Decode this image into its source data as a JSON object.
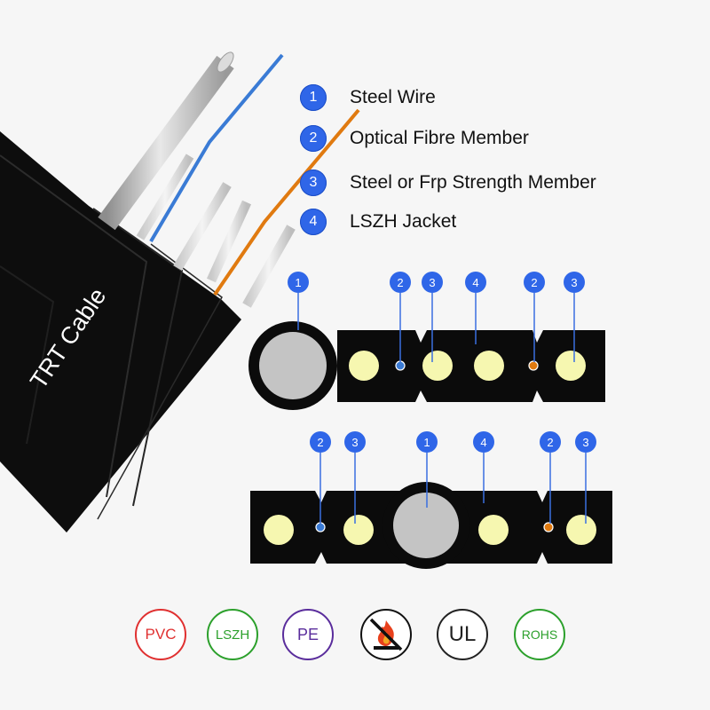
{
  "cable_brand": "TRT Cable",
  "legend": [
    {
      "number": "1",
      "label": "Steel Wire"
    },
    {
      "number": "2",
      "label": "Optical Fibre Member"
    },
    {
      "number": "3",
      "label": "Steel or Frp Strength Member"
    },
    {
      "number": "4",
      "label": "LSZH Jacket"
    }
  ],
  "cross_section_top": {
    "callouts": [
      "1",
      "2",
      "3",
      "4",
      "2",
      "3"
    ]
  },
  "cross_section_bottom": {
    "callouts": [
      "2",
      "3",
      "1",
      "4",
      "2",
      "3"
    ]
  },
  "certifications": [
    {
      "label": "PVC",
      "color": "#e03030"
    },
    {
      "label": "LSZH",
      "color": "#2ca02c"
    },
    {
      "label": "PE",
      "color": "#5a2d9c"
    },
    {
      "label": "",
      "color": "#111111"
    },
    {
      "label": "UL",
      "color": "#222222"
    },
    {
      "label": "ROHS",
      "color": "#2ca02c"
    }
  ],
  "colors": {
    "badge_blue": "#2f66e8",
    "jacket_black": "#0b0b0b",
    "strength_yellow": "#f6f7b0",
    "steel_gray": "#c4c4c4",
    "fibre_blue": "#3a7bd5",
    "fibre_orange": "#e07a10"
  }
}
